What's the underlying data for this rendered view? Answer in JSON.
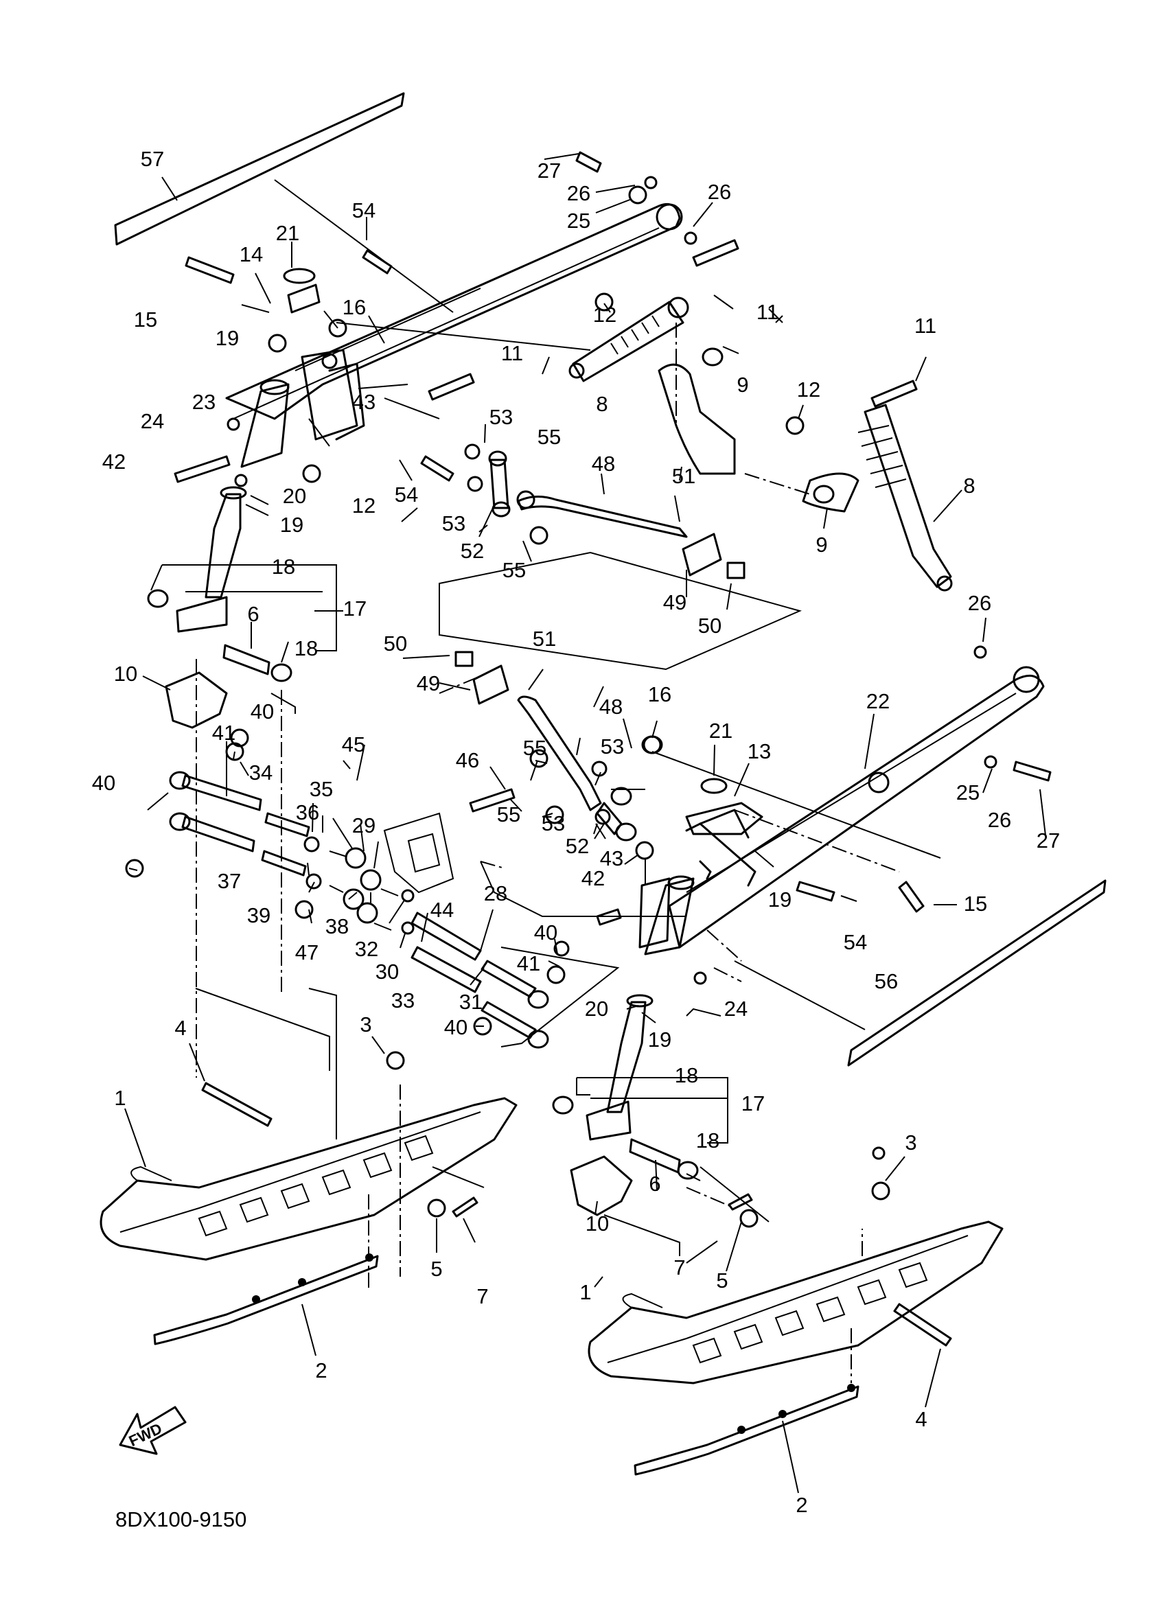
{
  "diagram": {
    "part_numbers": [
      "1",
      "2",
      "3",
      "4",
      "5",
      "6",
      "7",
      "8",
      "9",
      "10",
      "11",
      "12",
      "13",
      "14",
      "15",
      "16",
      "17",
      "18",
      "19",
      "20",
      "21",
      "22",
      "23",
      "24",
      "25",
      "26",
      "27",
      "28",
      "29",
      "30",
      "31",
      "32",
      "33",
      "34",
      "35",
      "36",
      "37",
      "38",
      "39",
      "40",
      "41",
      "42",
      "43",
      "44",
      "45",
      "46",
      "47",
      "48",
      "49",
      "50",
      "51",
      "52",
      "53",
      "54",
      "55",
      "56",
      "57"
    ],
    "fwd_label": "FWD",
    "drawing_code": "8DX100-9150"
  }
}
